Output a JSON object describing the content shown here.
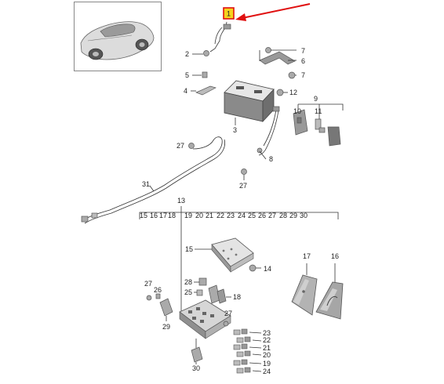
{
  "thumbnail": {
    "icon": "car-icon",
    "frame_color": "#888888"
  },
  "highlight": {
    "label": "1",
    "box_color": "#e01010",
    "fill_color": "#f5d21c",
    "arrow_color": "#e01010"
  },
  "callouts": {
    "c2": "2",
    "c3": "3",
    "c4": "4",
    "c5": "5",
    "c6": "6",
    "c7a": "7",
    "c7b": "7",
    "c8": "8",
    "c9": "9",
    "c10": "10",
    "c11": "11",
    "c12": "12",
    "c13": "13",
    "c14": "14",
    "c15": "15",
    "c16": "16",
    "c17": "17",
    "c18": "18",
    "c20": "20",
    "c21": "21",
    "c22": "22",
    "c23": "23",
    "c24": "24",
    "c19": "19",
    "c25": "25",
    "c26": "26",
    "c27a": "27",
    "c27b": "27",
    "c27c": "27",
    "c27d": "27",
    "c28": "28",
    "c29": "29",
    "c30": "30",
    "c31": "31"
  },
  "row13": [
    "15",
    "16",
    "17",
    "18",
    "19",
    "20",
    "21",
    "22",
    "23",
    "24",
    "25",
    "26",
    "27",
    "28",
    "29",
    "30"
  ]
}
